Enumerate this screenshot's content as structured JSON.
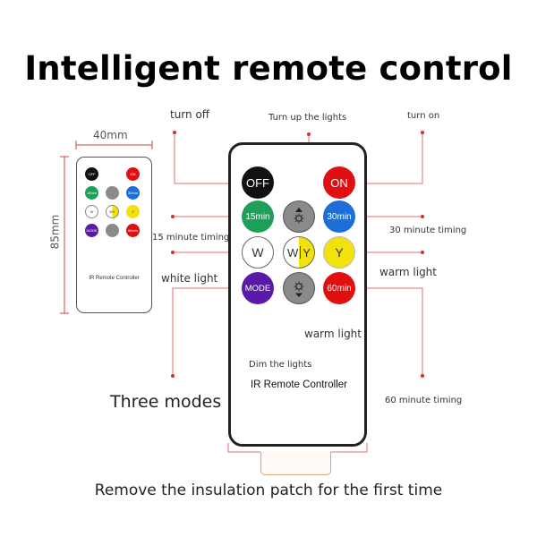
{
  "title": "Intelligent remote control",
  "dimensions": {
    "width_label": "40mm",
    "height_label": "85mm"
  },
  "remote": {
    "label": "IR Remote Controller",
    "buttons": {
      "off": "OFF",
      "on": "ON",
      "min15": "15min",
      "min30": "30min",
      "w": "W",
      "wy": "W",
      "wy_y": "Y",
      "y": "Y",
      "mode": "MODE",
      "min60": "60min"
    }
  },
  "small_remote": {
    "label": "IR Remote Controller",
    "buttons": {
      "off": "OFF",
      "on": "ON",
      "min15": "15min",
      "min30": "30min",
      "w": "W",
      "wy": "W",
      "wy_y": "Y",
      "y": "Y",
      "mode": "MODE",
      "min60": "60min"
    }
  },
  "callouts": {
    "turn_off": "turn off",
    "turn_up": "Turn up the lights",
    "turn_on": "turn on",
    "timing_15": "15 minute timing",
    "timing_30": "30 minute timing",
    "white_light": "white light",
    "warm_light_right": "warm light",
    "warm_light_bottom": "warm light",
    "dim": "Dim the lights",
    "three_modes": "Three modes",
    "timing_60": "60 minute timing"
  },
  "footer": "Remove the insulation patch for the first time",
  "colors": {
    "off_button": "#111111",
    "on_button": "#e01010",
    "timer_15": "#1fa05a",
    "timer_30": "#1d6fd8",
    "warm_yellow": "#f2e20c",
    "mode_purple": "#5a1aa8",
    "brightness_gray": "#8a8a8a",
    "leader_line": "#e05a5a"
  },
  "icons": [
    "brightness-up-icon",
    "brightness-down-icon"
  ]
}
